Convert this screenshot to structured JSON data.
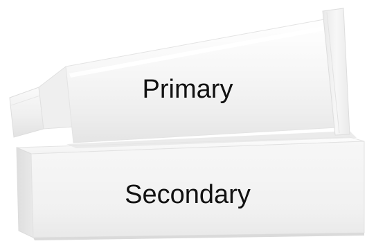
{
  "scene": {
    "primary_label": "Primary",
    "secondary_label": "Secondary",
    "objects": [
      {
        "name": "tube",
        "icon": "toothpaste-tube",
        "packaging_level": "primary"
      },
      {
        "name": "box",
        "icon": "carton-box",
        "packaging_level": "secondary"
      }
    ],
    "colors": {
      "background": "#ffffff",
      "packaging": "#f2f2f2",
      "shadow": "#d9d9d9",
      "text": "#111111"
    }
  }
}
